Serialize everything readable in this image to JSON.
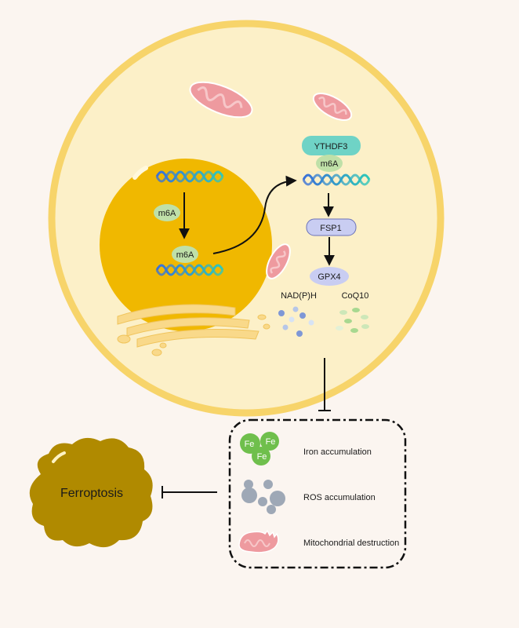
{
  "nucleus": {
    "m6a_free": "m6A",
    "m6a_on_rna": "m6A"
  },
  "cytoplasm": {
    "reader": "YTHDF3",
    "m6a_on_rna": "m6A",
    "fsp1": "FSP1",
    "gpx4": "GPX4",
    "nadph": "NAD(P)H",
    "coq10": "CoQ10"
  },
  "ferroptosis_box": {
    "fe_label": "Fe",
    "items": [
      {
        "label": "Iron accumulation"
      },
      {
        "label": "ROS accumulation"
      },
      {
        "label": "Mitochondrial destruction"
      }
    ]
  },
  "outcome": {
    "label": "Ferroptosis"
  },
  "colors": {
    "background": "#fbf5f0",
    "cell_fill": "#fcf0c8",
    "cell_border": "#f7d46a",
    "nucleus": "#f0b800",
    "ythdf3": "#6fd3c6",
    "m6a": "#bfe0a8",
    "protein": "#c9cdf2",
    "fe": "#6fbf4c",
    "ros": "#9ea8b6",
    "mitochondria": "#ee9a9f",
    "ferroptosis": "#b08a00"
  }
}
